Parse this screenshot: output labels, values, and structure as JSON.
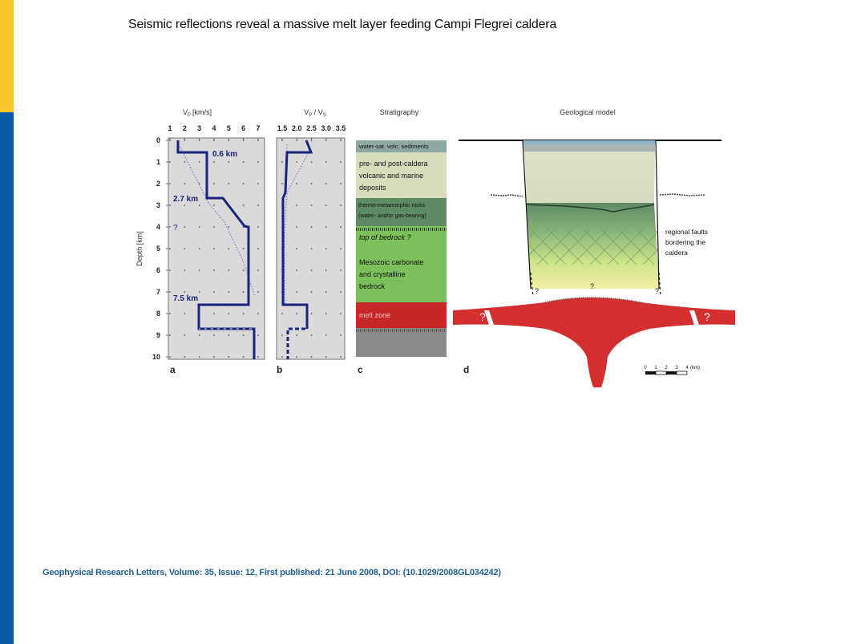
{
  "slide": {
    "title": "Seismic reflections reveal a massive melt layer feeding Campi Flegrei caldera",
    "citation": "Geophysical Research Letters, Volume: 35, Issue: 12, First published: 21 June 2008, DOI: (10.1029/2008GL034242)"
  },
  "colors": {
    "accent_yellow": "#f9c62b",
    "accent_blue": "#0a5aa8",
    "profile_line": "#1a237e",
    "melt_red": "#d32f2f"
  },
  "figure": {
    "panel_a": {
      "letter": "a",
      "x_label": "V",
      "x_label_sub": "P",
      "x_label_unit": "[km/s]",
      "x_ticks": [
        "1",
        "2",
        "3",
        "4",
        "5",
        "6",
        "7"
      ],
      "y_label": "Depth [km]",
      "y_ticks": [
        "0",
        "1",
        "2",
        "3",
        "4",
        "5",
        "6",
        "7",
        "8",
        "9",
        "10"
      ],
      "annotations": [
        "0.6 km",
        "2.7 km",
        "?",
        "7.5 km"
      ]
    },
    "panel_b": {
      "letter": "b",
      "x_label": "V",
      "x_label_sub": "P",
      "x_label_mid": " / V",
      "x_label_sub2": "S",
      "x_ticks": [
        "1.5",
        "2.0",
        "2.5",
        "3.0",
        "3.5"
      ]
    },
    "panel_c": {
      "letter": "c",
      "title": "Stratigraphy",
      "layers": [
        "water-sat. volc. sediments",
        "pre- and post-caldera",
        "volcanic and marine",
        "deposits",
        "thermo-metamorphic rocks",
        "(water- and/or gas-bearing)",
        "top of bedrock ?",
        "Mesozoic carbonate",
        "and crystalline",
        "bedrock",
        "melt zone"
      ]
    },
    "panel_d": {
      "letter": "d",
      "title": "Geological model",
      "fault_label_lines": [
        "regional faults",
        "bordering the",
        "caldera"
      ],
      "question_marks": [
        "?",
        "?",
        "?",
        "?",
        "?"
      ],
      "scale_ticks": [
        "0",
        "1",
        "2",
        "3",
        "4"
      ],
      "scale_unit": "(km)"
    }
  }
}
